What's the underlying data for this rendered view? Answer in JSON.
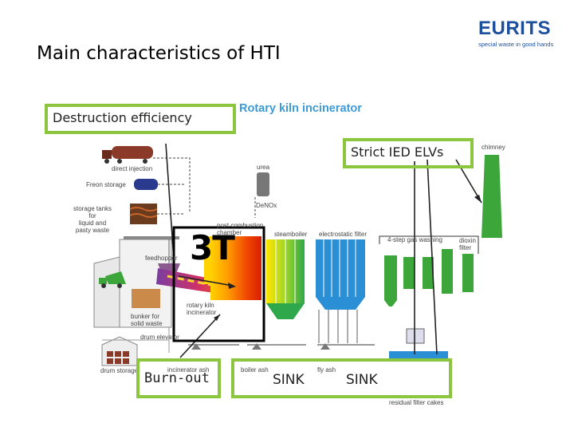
{
  "slide": {
    "title": "Main characteristics of HTI"
  },
  "logo": {
    "name": "EURITS",
    "tagline": "special waste in good hands"
  },
  "diagram": {
    "heading": "Rotary kiln incinerator",
    "big_label": "3T",
    "process_labels": {
      "direct_injection": "direct injection",
      "freon_storage": "Freon storage",
      "storage_tanks": "storage tanks\nfor\nliquid and\npasty waste",
      "feed_hopper": "feedhopper",
      "bunker": "bunker for\nsolid waste",
      "drum_elevator": "drum elevator",
      "drum_storage": "drum storage",
      "rotary_kiln": "rotary kiln\nincinerator",
      "incinerator_ash": "incinerator ash",
      "post_combustion": "post combustion\nchamber",
      "urea": "urea",
      "denox": "DeNOx",
      "steamboiler": "steamboiler",
      "electrostatic_filter": "electrostatic filter",
      "gas_washing": "4-step gas washing",
      "dioxin_filter": "dioxin\nfilter",
      "chimney": "chimney",
      "boiler_ash": "boiler ash",
      "fly_ash": "fly ash",
      "filter_cakes": "residual filter cakes"
    }
  },
  "callouts": {
    "destruction": "Destruction efficiency",
    "elvs": "Strict IED ELVs",
    "burnout": "Burn-out",
    "sink1": "SINK",
    "sink2": "SINK"
  },
  "colors": {
    "callout_border": "#8cc63f",
    "heading_blue": "#3c9bd5",
    "logo_blue": "#1d4f9c",
    "filter_blue": "#2a8fd4",
    "washer_green": "#3da63a"
  }
}
